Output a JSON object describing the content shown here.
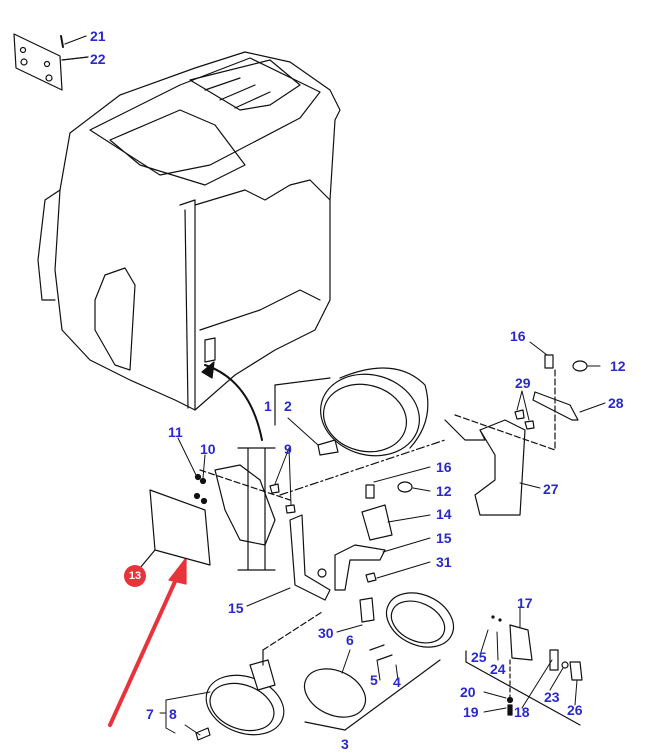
{
  "title": "Cab lighting exploded parts diagram",
  "colors": {
    "label": "#2a2acc",
    "highlight": "#e8333a",
    "line": "#111111"
  },
  "highlighted_part": "13",
  "labels": {
    "p21": "21",
    "p22": "22",
    "p16a": "16",
    "p12a": "12",
    "p29": "29",
    "p28": "28",
    "p27": "27",
    "p1": "1",
    "p2": "2",
    "p11": "11",
    "p10": "10",
    "p9": "9",
    "p16b": "16",
    "p12b": "12",
    "p14": "14",
    "p15a": "15",
    "p31": "31",
    "p15b": "15",
    "p13": "13",
    "p30": "30",
    "p6": "6",
    "p5": "5",
    "p4": "4",
    "p3": "3",
    "p7": "7",
    "p8": "8",
    "p17": "17",
    "p25": "25",
    "p24": "24",
    "p20": "20",
    "p19": "19",
    "p18": "18",
    "p23": "23",
    "p26": "26"
  }
}
